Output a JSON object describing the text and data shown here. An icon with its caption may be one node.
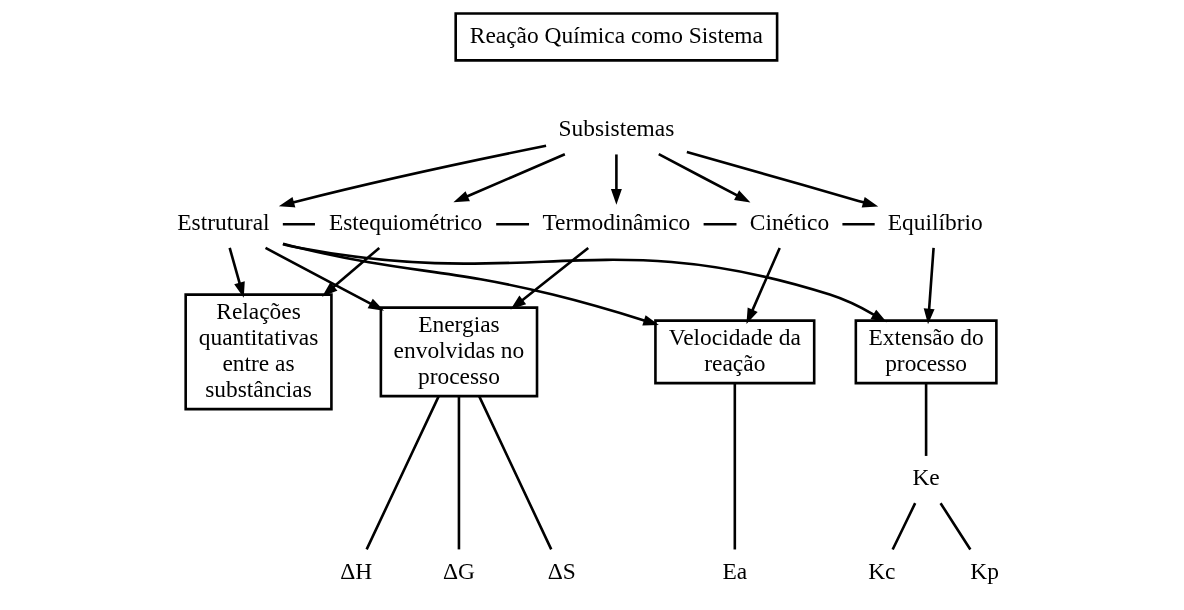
{
  "diagram": {
    "nodes": [
      {
        "text": [
          "Reação Química como Sistema"
        ]
      },
      {
        "text": [
          "Subsistemas"
        ]
      },
      {
        "text": [
          "Estrutural"
        ]
      },
      {
        "text": [
          "Estequiométrico"
        ]
      },
      {
        "text": [
          "Termodinâmico"
        ]
      },
      {
        "text": [
          "Cinético"
        ]
      },
      {
        "text": [
          "Equilíbrio"
        ]
      },
      {
        "text": [
          "Relações quantitativas entre as substâncias"
        ]
      },
      {
        "text": [
          "Energias envolvidas no processo"
        ]
      },
      {
        "text": [
          "Velocidade da reação"
        ]
      },
      {
        "text": [
          "Extensão do processo"
        ]
      },
      {
        "text": [
          "ΔH"
        ]
      },
      {
        "text": [
          "ΔG"
        ]
      },
      {
        "text": [
          "ΔS"
        ]
      },
      {
        "text": [
          "Ea"
        ]
      },
      {
        "text": [
          "Ke"
        ]
      },
      {
        "text": [
          "Kc"
        ]
      },
      {
        "text": [
          "Kp"
        ]
      }
    ],
    "edges": [
      {
        "from": 1,
        "to": 2,
        "arrow": "to"
      },
      {
        "from": 1,
        "to": 3,
        "arrow": "to"
      },
      {
        "from": 1,
        "to": 4,
        "arrow": "to"
      },
      {
        "from": 1,
        "to": 5,
        "arrow": "to"
      },
      {
        "from": 1,
        "to": 6,
        "arrow": "to"
      },
      {
        "from": 2,
        "to": 3,
        "arrow": "none"
      },
      {
        "from": 3,
        "to": 4,
        "arrow": "none"
      },
      {
        "from": 4,
        "to": 5,
        "arrow": "none"
      },
      {
        "from": 5,
        "to": 6,
        "arrow": "none"
      },
      {
        "from": 2,
        "to": 7,
        "arrow": "to"
      },
      {
        "from": 2,
        "to": 8,
        "arrow": "to"
      },
      {
        "from": 2,
        "to": 9,
        "arrow": "to"
      },
      {
        "from": 2,
        "to": 10,
        "arrow": "to"
      },
      {
        "from": 3,
        "to": 7,
        "arrow": "to"
      },
      {
        "from": 4,
        "to": 8,
        "arrow": "to"
      },
      {
        "from": 5,
        "to": 9,
        "arrow": "to"
      },
      {
        "from": 6,
        "to": 10,
        "arrow": "to"
      },
      {
        "from": 8,
        "to": 11,
        "arrow": "none"
      },
      {
        "from": 8,
        "to": 12,
        "arrow": "none"
      },
      {
        "from": 8,
        "to": 13,
        "arrow": "none"
      },
      {
        "from": 9,
        "to": 14,
        "arrow": "none"
      },
      {
        "from": 10,
        "to": 15,
        "arrow": "none"
      },
      {
        "from": 15,
        "to": 16,
        "arrow": "none"
      },
      {
        "from": 15,
        "to": 17,
        "arrow": "none"
      }
    ]
  }
}
